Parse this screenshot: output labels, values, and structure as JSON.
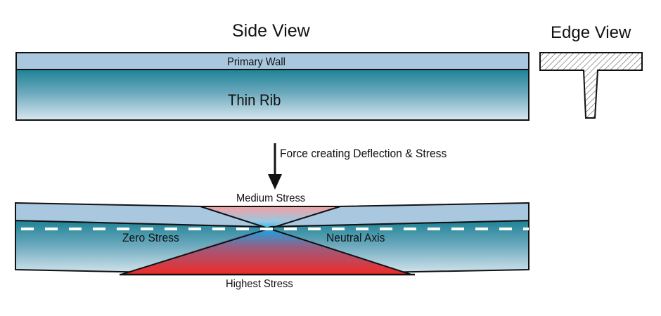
{
  "titles": {
    "side_view": "Side View",
    "edge_view": "Edge View"
  },
  "side_view": {
    "primary_wall_label": "Primary Wall",
    "thin_rib_label": "Thin Rib"
  },
  "force": {
    "label": "Force creating Deflection & Stress"
  },
  "deflected_view": {
    "medium_stress_label": "Medium Stress",
    "zero_stress_label": "Zero Stress",
    "neutral_axis_label": "Neutral Axis",
    "highest_stress_label": "Highest Stress"
  },
  "colors": {
    "wall": "#a9c8e0",
    "rib_top": "#1e8296",
    "rib_bottom": "#d6e6ee",
    "stress_high": "#ee2a2a",
    "stress_medium": "#f2a4a8",
    "stress_zero": "#18a8e8",
    "outline": "#111111",
    "axis_dash": "#ffffff"
  }
}
